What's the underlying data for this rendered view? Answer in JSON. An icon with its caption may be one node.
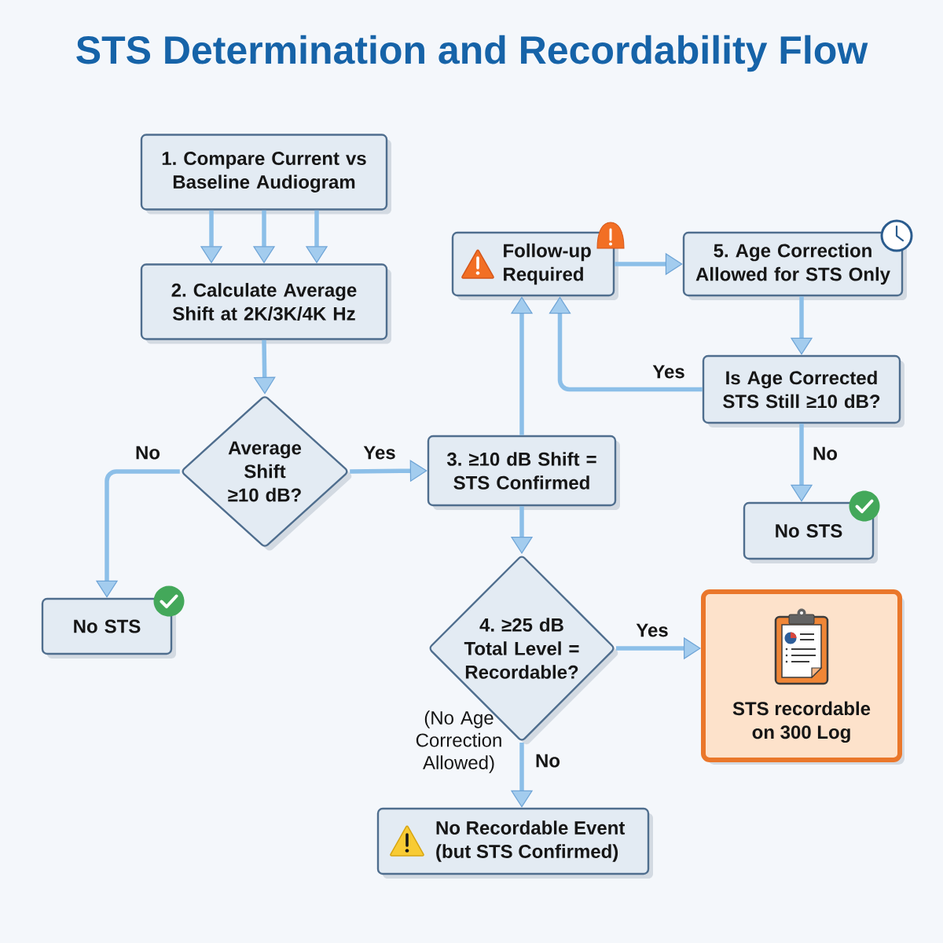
{
  "diagram": {
    "title": "STS Determination and Recordability Flow",
    "nodes": [
      {
        "text": [
          "1. Compare Current vs Baseline Audiogram"
        ]
      },
      {
        "text": [
          "2. Calculate Average Shift at 2K/3K/4K Hz"
        ]
      },
      {
        "text": [
          "Average Shift ≥10 dB?"
        ]
      },
      {
        "text": [
          "No STS"
        ]
      },
      {
        "text": [
          "3. ≥10 dB Shift = STS Confirmed"
        ]
      },
      {
        "text": [
          "Follow-up Required"
        ]
      },
      {
        "text": [
          "5. Age Correction Allowed for STS Only"
        ]
      },
      {
        "text": [
          "Is Age Corrected STS Still ≥10 dB?"
        ]
      },
      {
        "text": [
          "No STS"
        ]
      },
      {
        "text": [
          "4. ≥25 dB Total Level = Recordable?"
        ]
      },
      {
        "text": [
          "STS recordable on 300 Log"
        ]
      },
      {
        "text": [
          "No Recordable Event (but STS Confirmed)"
        ]
      }
    ],
    "edges": [
      {
        "from": 0,
        "to": 1,
        "arrow": "to"
      },
      {
        "from": 0,
        "to": 1,
        "arrow": "to"
      },
      {
        "from": 0,
        "to": 1,
        "arrow": "to"
      },
      {
        "from": 1,
        "to": 2,
        "arrow": "to"
      },
      {
        "from": 2,
        "to": 3,
        "arrow": "to",
        "label": "No"
      },
      {
        "from": 2,
        "to": 4,
        "arrow": "to",
        "label": "Yes"
      },
      {
        "from": 4,
        "to": 5,
        "arrow": "to"
      },
      {
        "from": 5,
        "to": 6,
        "arrow": "to"
      },
      {
        "from": 6,
        "to": 7,
        "arrow": "to"
      },
      {
        "from": 7,
        "to": 5,
        "arrow": "to",
        "label": "Yes"
      },
      {
        "from": 7,
        "to": 8,
        "arrow": "to",
        "label": "No"
      },
      {
        "from": 4,
        "to": 9,
        "arrow": "to"
      },
      {
        "from": 9,
        "to": 10,
        "arrow": "to",
        "label": "Yes"
      },
      {
        "from": 9,
        "to": 11,
        "arrow": "to",
        "label": "No"
      }
    ],
    "labels": [
      "(No Age Correction Allowed)"
    ]
  }
}
